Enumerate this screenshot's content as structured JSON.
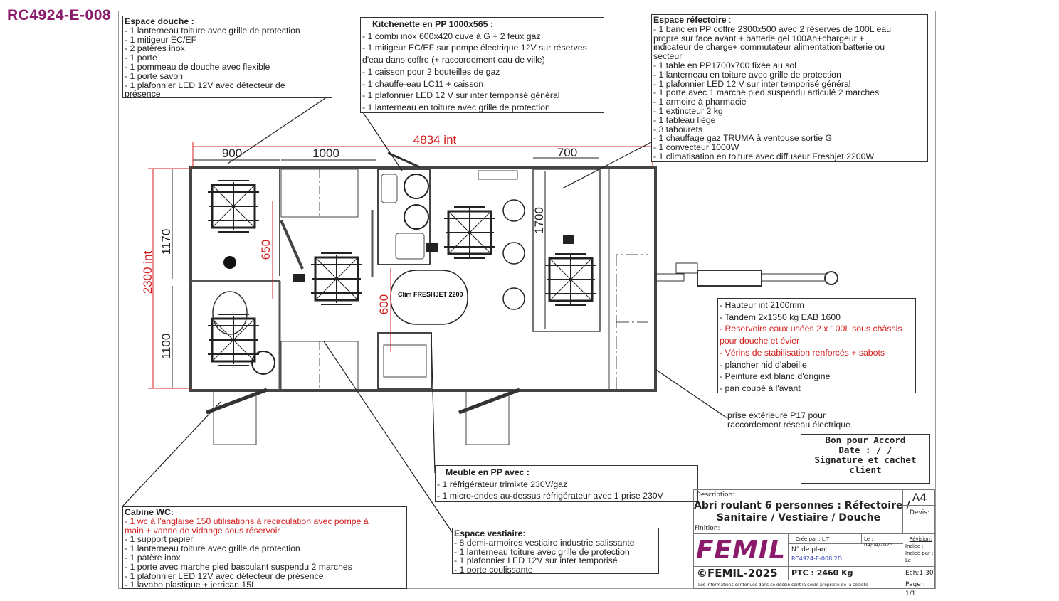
{
  "reference": "RC4924-E-008",
  "dimensions": {
    "total_length": "4834 int",
    "d900": "900",
    "d1000": "1000",
    "d700": "700",
    "total_width": "2300 int",
    "d1170": "1170",
    "d1100": "1100",
    "d650": "650",
    "d600": "600",
    "d1700": "1700",
    "clim_label": "Clim FRESHJET 2200"
  },
  "douche": {
    "title": "Espace douche :",
    "lines": [
      "- 1 lanterneau toiture avec grille de protection",
      "- 1 mitigeur EC/EF",
      "- 2 patères inox",
      "- 1 porte",
      "- 1 pommeau de douche avec flexible",
      "- 1 porte savon",
      "- 1 plafonnier LED 12V avec détecteur de",
      "présence"
    ]
  },
  "kitchenette": {
    "title": "Kitchenette en PP 1000x565 :",
    "lines": [
      "- 1 combi inox 600x420 cuve à G + 2 feux gaz",
      "- 1 mitigeur EC/EF sur pompe électrique 12V sur réserves",
      "d'eau dans coffre (+ raccordement eau de ville)",
      "- 1 caisson pour 2 bouteilles de gaz",
      "- 1 chauffe-eau LC11 + caisson",
      "- 1 plafonnier LED 12 V sur inter temporisé général",
      "- 1 lanterneau en toiture avec grille de protection"
    ]
  },
  "refectoire": {
    "title": "Espace réfectoire",
    "title_suffix": " :",
    "lines": [
      "- 1 banc en PP coffre 2300x500 avec 2 réserves de 100L eau",
      "propre sur face avant + batterie gel 100Ah+chargeur +",
      "indicateur de charge+ commutateur alimentation batterie ou",
      "secteur",
      "- 1 table en PP1700x700 fixée au sol",
      "- 1 lanterneau en toiture avec grille de protection",
      "- 1 plafonnier LED 12 V sur inter temporisé général",
      "- 1 porte  avec 1 marche pied suspendu articulé 2 marches",
      "- 1 armoire à pharmacie",
      "- 1 extincteur 2 kg",
      "- 1 tableau liège",
      "- 3 tabourets",
      "- 1 chauffage gaz TRUMA à ventouse sortie G",
      "- 1 convecteur 1000W",
      "- 1 climatisation en toiture avec diffuseur Freshjet 2200W"
    ]
  },
  "general": {
    "lines": [
      {
        "text": "- Hauteur int 2100mm",
        "red": false
      },
      {
        "text": "- Tandem 2x1350 kg EAB 1600",
        "red": false
      },
      {
        "text": "- Réservoirs eaux usées 2 x 100L sous châssis",
        "red": true
      },
      {
        "text": "pour douche et évier",
        "red": true
      },
      {
        "text": "- Vérins de stabilisation renforcés + sabots",
        "red": true
      },
      {
        "text": "- plancher nid d'abeille",
        "red": false
      },
      {
        "text": "- Peinture ext blanc d'origine",
        "red": false
      },
      {
        "text": "- pan coupé à l'avant",
        "red": false
      }
    ]
  },
  "prise": {
    "lines": [
      "prise extérieure P17 pour",
      "raccordement réseau électrique"
    ]
  },
  "accord": {
    "line1": "Bon pour Accord",
    "line2": "Date :   /   /",
    "line3": "Signature et cachet client"
  },
  "meuble": {
    "title": "Meuble en PP avec :",
    "lines": [
      "- 1 réfrigérateur trimixte 230V/gaz",
      "- 1 micro-ondes au-dessus réfrigérateur avec 1 prise 230V"
    ]
  },
  "vestiaire": {
    "title": "Espace vestiaire:",
    "lines": [
      "- 8 demi-armoires vestiaire industrie salissante",
      "- 1 lanterneau toiture avec grille de protection",
      "- 1 plafonnier LED 12V sur inter temporisé",
      "- 1 porte coulissante"
    ]
  },
  "wc": {
    "title": "Cabine WC:",
    "red_lines": [
      "- 1 wc à l'anglaise 150 utilisations à recirculation avec pompe à",
      "main + vanne de vidange sous réservoir"
    ],
    "lines": [
      "- 1 support papier",
      "- 1 lanterneau toiture avec grille de protection",
      "- 1 patère inox",
      "- 1 porte avec marche pied basculant suspendu 2 marches",
      "- 1 plafonnier LED 12V avec détecteur de présence",
      "- 1 lavabo plastique + jerrican 15L"
    ]
  },
  "title_block": {
    "description_label": "Description:",
    "description_line1": "Abri roulant 6 personnes : Réfectoire /",
    "description_line2": "Sanitaire / Vestiaire / Douche",
    "finition_label": "Finition:",
    "format": "A4",
    "devis_label": "Devis:",
    "logo": "FEMIL",
    "cree_par": "Créé par : L.T",
    "date": "Le : 04/04/2025",
    "revision_label": "Révision:",
    "indice": "Indice :",
    "indice_par": "Indicé par :",
    "le": "Le",
    "plan_label": "N° de plan:",
    "plan_number": "RC4924-E-008 2D",
    "copyright": "©FEMIL-2025",
    "ptc": "PTC : 2460 Kg",
    "echelle": "Ech:1:30",
    "disclaimer": "Les informations contenues dans ce dessin sont la seule propriété de la société",
    "page": "Page : 1/1"
  },
  "colors": {
    "brand": "#8b1a6b",
    "dimension_red": "#d42020",
    "line": "#333333"
  }
}
